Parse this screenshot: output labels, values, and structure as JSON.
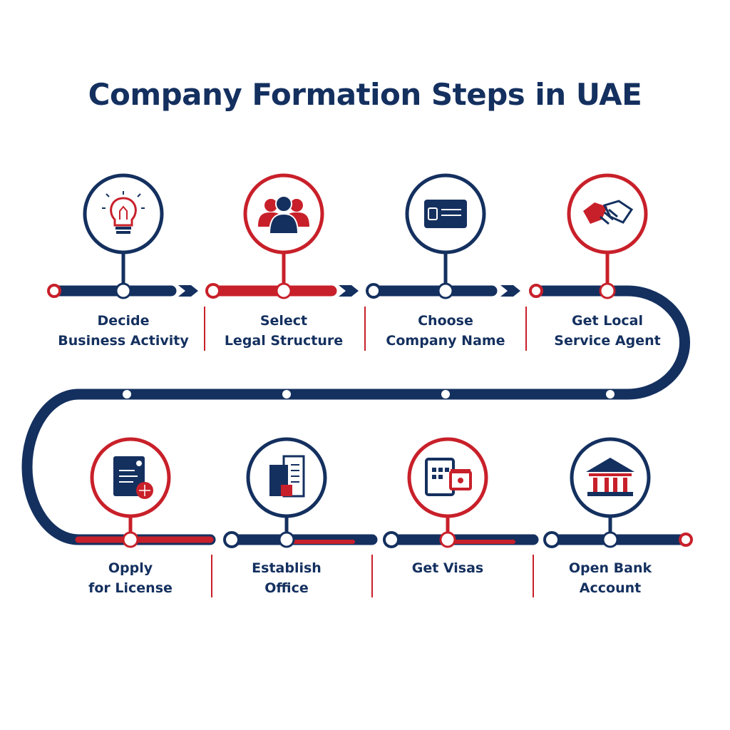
{
  "title": "Company Formation Steps in UAE",
  "colors": {
    "navy": "#14305f",
    "red": "#c8202a"
  },
  "steps": [
    {
      "line1": "Decide",
      "line2": "Business Activity",
      "icon": "lightbulb-icon",
      "ring": "navy"
    },
    {
      "line1": "Select",
      "line2": "Legal Structure",
      "icon": "people-group-icon",
      "ring": "red"
    },
    {
      "line1": "Choose",
      "line2": "Company Name",
      "icon": "name-card-icon",
      "ring": "navy"
    },
    {
      "line1": "Get Local",
      "line2": "Service Agent",
      "icon": "handshake-icon",
      "ring": "red"
    },
    {
      "line1": "Opply",
      "line2": "for License",
      "icon": "license-document-icon",
      "ring": "red"
    },
    {
      "line1": "Establish",
      "line2": "Office",
      "icon": "office-documents-icon",
      "ring": "navy"
    },
    {
      "line1": "Get Visas",
      "line2": "",
      "icon": "visa-stamp-icon",
      "ring": "red"
    },
    {
      "line1": "Open Bank",
      "line2": "Account",
      "icon": "bank-icon",
      "ring": "navy"
    }
  ]
}
